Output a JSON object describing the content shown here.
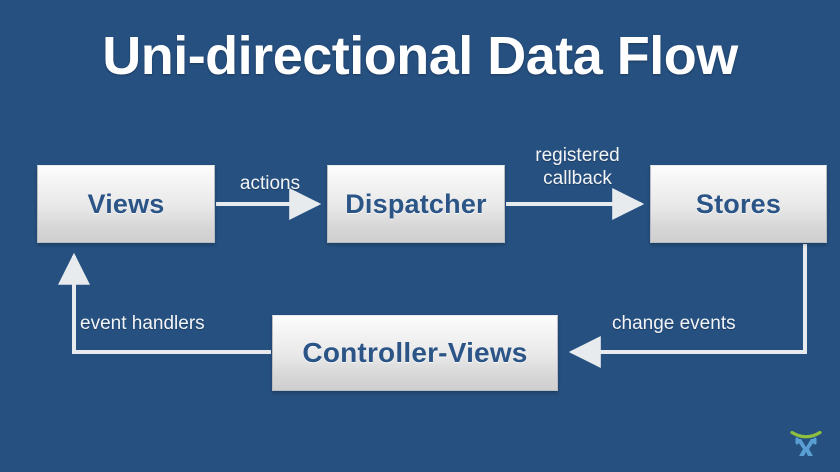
{
  "slide": {
    "title": "Uni-directional Data Flow",
    "background_color": "#265080",
    "title_color": "#ffffff"
  },
  "theme": {
    "box_text_color": "#2b5587",
    "box_fill_top": "#fdfdfd",
    "box_fill_bottom": "#cfcfcf",
    "box_border_color": "#b9bcc0",
    "connector_color": "#e8ebee",
    "label_color": "#f2f4f6"
  },
  "diagram": {
    "type": "flow-diagram",
    "nodes": [
      {
        "id": "views",
        "label": "Views"
      },
      {
        "id": "dispatcher",
        "label": "Dispatcher"
      },
      {
        "id": "stores",
        "label": "Stores"
      },
      {
        "id": "controller",
        "label": "Controller-Views"
      }
    ],
    "edges": [
      {
        "id": "views-to-dispatcher",
        "from": "views",
        "to": "dispatcher",
        "label": "actions"
      },
      {
        "id": "dispatcher-to-stores",
        "from": "dispatcher",
        "to": "stores",
        "label": "registered\ncallback"
      },
      {
        "id": "stores-to-controller",
        "from": "stores",
        "to": "controller",
        "label": "change events"
      },
      {
        "id": "controller-to-views",
        "from": "controller",
        "to": "views",
        "label": "event handlers"
      }
    ]
  },
  "logo": {
    "name": "exercism-logo",
    "arc_color": "#8fbf3f",
    "mark_color": "#5a9fd4"
  }
}
